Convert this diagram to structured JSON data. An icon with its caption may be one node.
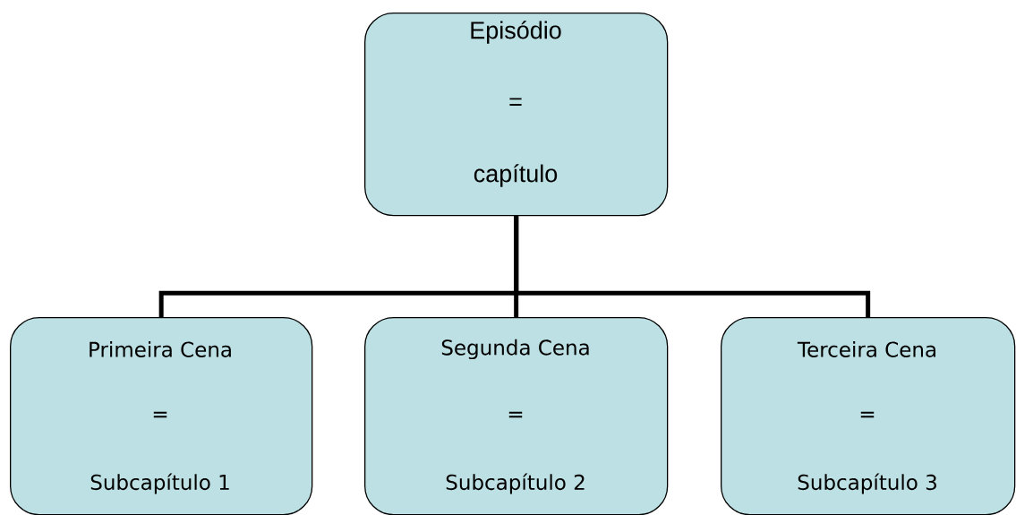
{
  "diagram": {
    "nodes": [
      {
        "text": [
          "Episódio",
          "=",
          "capítulo"
        ]
      },
      {
        "text": [
          "Primeira Cena",
          "=",
          "Subcapítulo 1"
        ]
      },
      {
        "text": [
          "Segunda Cena",
          "=",
          "Subcapítulo 2"
        ]
      },
      {
        "text": [
          "Terceira Cena",
          "=",
          "Subcapítulo 3"
        ]
      }
    ],
    "edges": [
      {
        "from": 0,
        "to": 1,
        "arrow": "none"
      },
      {
        "from": 0,
        "to": 2,
        "arrow": "none"
      },
      {
        "from": 0,
        "to": 3,
        "arrow": "none"
      }
    ]
  }
}
